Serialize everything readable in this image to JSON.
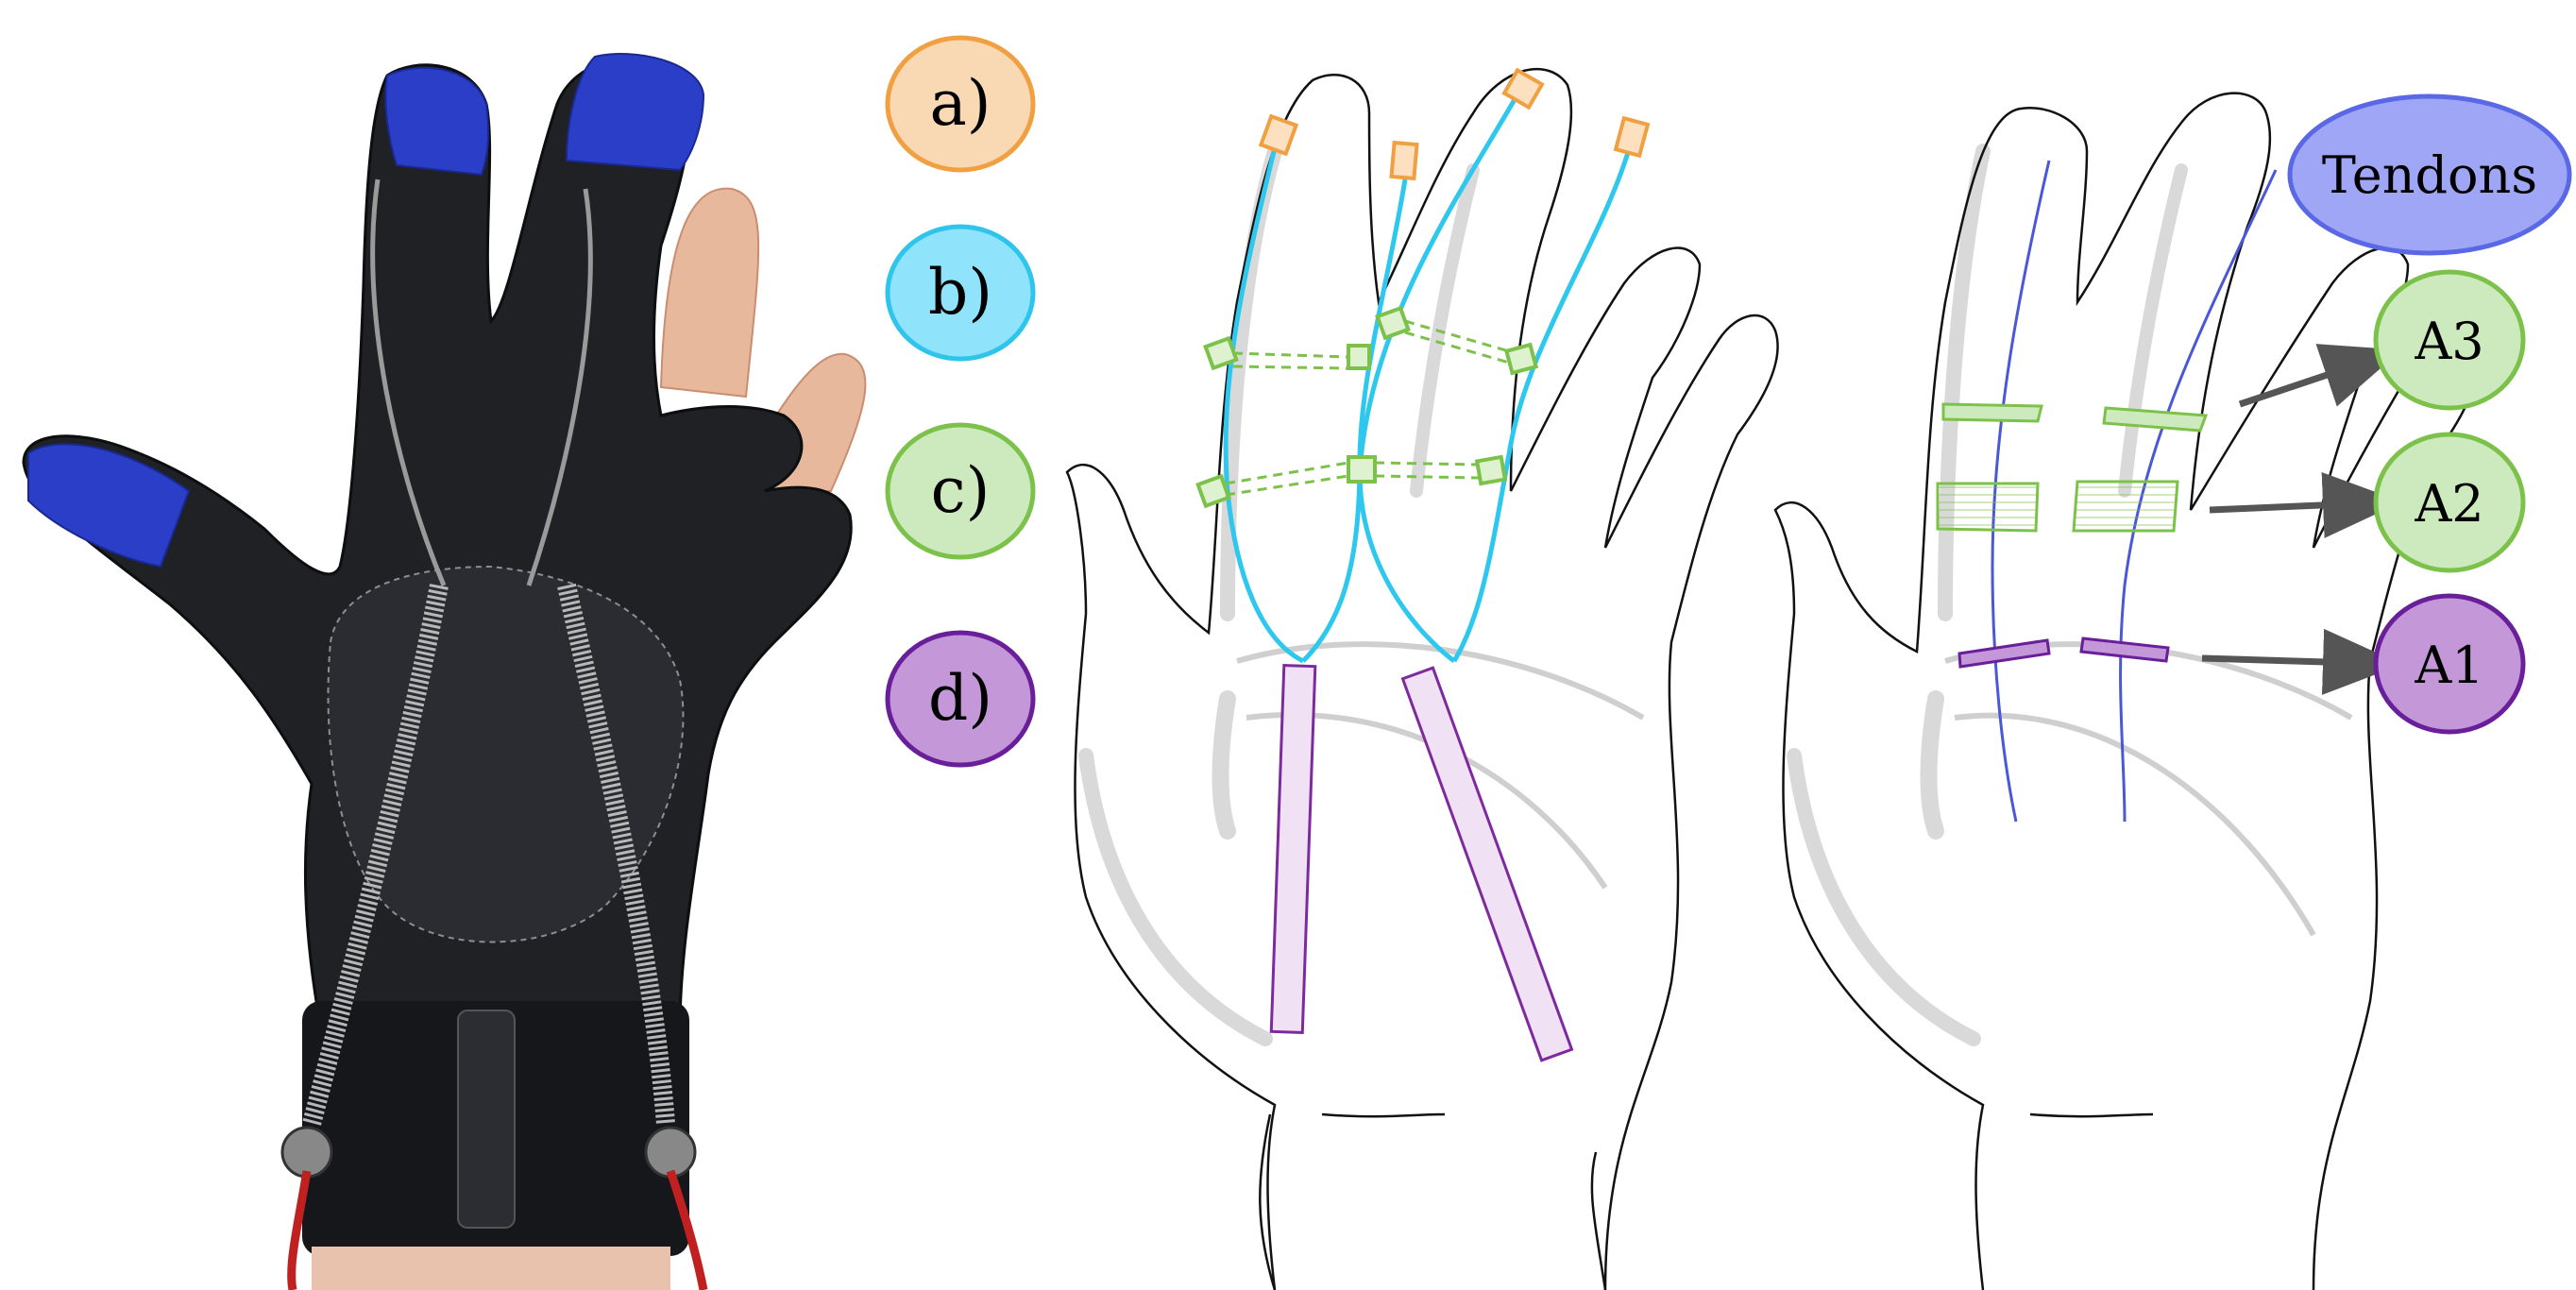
{
  "legend": [
    {
      "id": "a",
      "text": "a)",
      "fill": "#f9d8b4",
      "stroke": "#f0a040"
    },
    {
      "id": "b",
      "text": "b)",
      "fill": "#8fe3fb",
      "stroke": "#2ec4ec"
    },
    {
      "id": "c",
      "text": "c)",
      "fill": "#cdeabf",
      "stroke": "#7cc24a"
    },
    {
      "id": "d",
      "text": "d)",
      "fill": "#c497d8",
      "stroke": "#6a1f9a"
    }
  ],
  "annotations": {
    "tendons": "Tendons",
    "a3": "A3",
    "a2": "A2",
    "a1": "A1"
  },
  "colors": {
    "tendon_cable": "#2ec8ee",
    "fingertip_cap": "#f0a040",
    "ring_guide": "#7cc24a",
    "palm_strap": "#7d2a9e",
    "tendon_line": "#4a58d8",
    "tendons_bubble_fill": "#9fa6f5",
    "tendons_bubble_stroke": "#5a68e6",
    "a3a2_fill": "#cdeabf",
    "a3a2_stroke": "#7cc24a",
    "a1_fill": "#c497d8",
    "a1_stroke": "#6a1f9a",
    "glove": "#1e2024",
    "fingertip_tape": "#2a3ec8",
    "skin": "#e8b89c"
  },
  "icons": [
    "glove-photo",
    "hand-outline-left",
    "hand-outline-right",
    "arrow-icon"
  ]
}
